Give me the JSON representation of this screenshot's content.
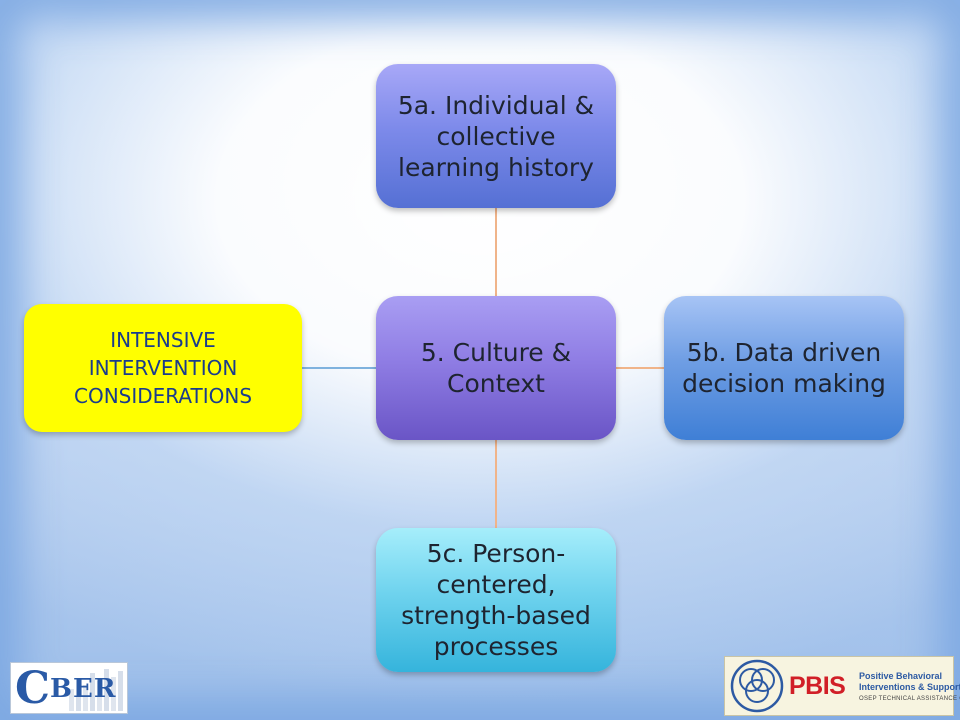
{
  "diagram": {
    "center": "5. Culture & Context",
    "top": "5a. Individual & collective learning history",
    "right": "5b. Data driven decision making",
    "bottom": "5c. Person-centered, strength-based processes",
    "left": "INTENSIVE INTERVENTION CONSIDERATIONS"
  },
  "logos": {
    "cber": {
      "initial": "C",
      "rest": "BER"
    },
    "pbis": {
      "name": "PBIS",
      "tagline_line1": "Positive Behavioral",
      "tagline_line2": "Interventions & Supports",
      "subline": "OSEP TECHNICAL ASSISTANCE CENTER"
    }
  },
  "colors": {
    "connector_orange": "#f0b48a",
    "connector_blue": "#7fb2de",
    "highlight_yellow": "#ffff00",
    "pbis_red": "#d11f27",
    "pbis_blue": "#2d5aa3"
  }
}
